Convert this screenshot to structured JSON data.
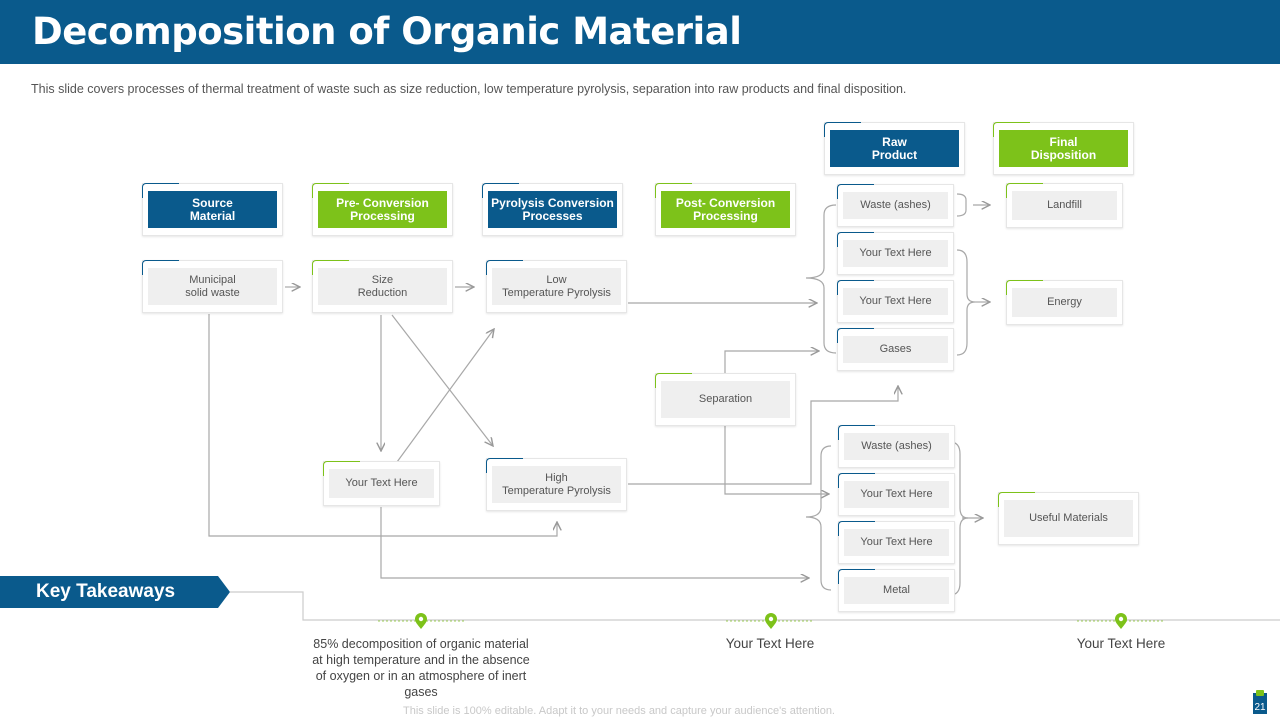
{
  "slide": {
    "title": "Decomposition of Organic Material",
    "subtitle": "This slide covers processes of thermal treatment of waste such as size reduction, low temperature pyrolysis, separation into raw products and final disposition.",
    "footer": "This slide is 100% editable. Adapt it to your needs and capture your audience's attention.",
    "page_number": "21"
  },
  "colors": {
    "primary_blue": "#0a5a8c",
    "accent_green": "#7dc21a",
    "box_gray": "#efefef"
  },
  "diagram": {
    "headers": {
      "source": "Source\nMaterial",
      "preconversion": "Pre- Conversion\nProcessing",
      "pyrolysis": "Pyrolysis Conversion\nProcesses",
      "postconversion": "Post- Conversion\nProcessing",
      "raw_product": "Raw\nProduct",
      "final_disposition": "Final\nDisposition"
    },
    "nodes": {
      "municipal": "Municipal\nsolid waste",
      "size_reduction": "Size\nReduction",
      "low_temp": "Low\nTemperature Pyrolysis",
      "your_text_mid": "Your Text Here",
      "high_temp": "High\nTemperature Pyrolysis",
      "separation": "Separation",
      "raw_upper": [
        "Waste (ashes)",
        "Your Text Here",
        "Your Text Here",
        "Gases"
      ],
      "raw_lower": [
        "Waste (ashes)",
        "Your Text Here",
        "Your Text Here",
        "Metal"
      ],
      "landfill": "Landfill",
      "energy": "Energy",
      "useful_materials": "Useful Materials"
    }
  },
  "key_takeaways": {
    "label": "Key Takeaways",
    "items": [
      "85% decomposition of organic material at high temperature and in the absence of oxygen or in an atmosphere of inert gases",
      "Your Text Here",
      "Your Text Here"
    ],
    "marker_icon": "location-pin-icon"
  }
}
